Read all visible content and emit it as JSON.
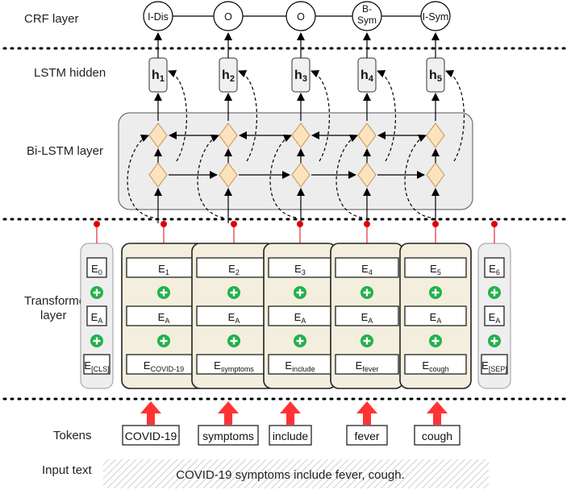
{
  "layers": {
    "crf": "CRF layer",
    "lstm_hidden": "LSTM hidden",
    "bilstm": "Bi-LSTM layer",
    "transformer_line1": "Transformer",
    "transformer_line2": "layer",
    "tokens": "Tokens",
    "input_text": "Input text"
  },
  "crf_tags": [
    "I-Dis",
    "O",
    "O",
    "B-Sym",
    "I-Sym"
  ],
  "hidden_units": [
    {
      "base": "h",
      "sub": "1"
    },
    {
      "base": "h",
      "sub": "2"
    },
    {
      "base": "h",
      "sub": "3"
    },
    {
      "base": "h",
      "sub": "4"
    },
    {
      "base": "h",
      "sub": "5"
    }
  ],
  "embedding_columns": [
    {
      "pos": {
        "base": "E",
        "sub": "0"
      },
      "seg": {
        "base": "E",
        "sub": "A"
      },
      "tok": {
        "base": "E",
        "sub": "[CLS]"
      }
    },
    {
      "pos": {
        "base": "E",
        "sub": "1"
      },
      "seg": {
        "base": "E",
        "sub": "A"
      },
      "tok": {
        "base": "E",
        "sub": "COVID-19"
      }
    },
    {
      "pos": {
        "base": "E",
        "sub": "2"
      },
      "seg": {
        "base": "E",
        "sub": "A"
      },
      "tok": {
        "base": "E",
        "sub": "symptoms"
      }
    },
    {
      "pos": {
        "base": "E",
        "sub": "3"
      },
      "seg": {
        "base": "E",
        "sub": "A"
      },
      "tok": {
        "base": "E",
        "sub": "include"
      }
    },
    {
      "pos": {
        "base": "E",
        "sub": "4"
      },
      "seg": {
        "base": "E",
        "sub": "A"
      },
      "tok": {
        "base": "E",
        "sub": "fever"
      }
    },
    {
      "pos": {
        "base": "E",
        "sub": "5"
      },
      "seg": {
        "base": "E",
        "sub": "A"
      },
      "tok": {
        "base": "E",
        "sub": "cough"
      }
    },
    {
      "pos": {
        "base": "E",
        "sub": "6"
      },
      "seg": {
        "base": "E",
        "sub": "A"
      },
      "tok": {
        "base": "E",
        "sub": "[SEP]"
      }
    }
  ],
  "tokens": [
    "COVID-19",
    "symptoms",
    "include",
    "fever",
    "cough"
  ],
  "input_sentence": "COVID-19 symptoms include fever, cough.",
  "colors": {
    "diamond_fill": "#fde3bd",
    "diamond_stroke": "#c9a36b",
    "embedding_box_fill": "#f3eedd",
    "side_box_fill": "#eeeeee",
    "bilstm_fill": "#ededed",
    "plus_green": "#22b14c",
    "arrow_red": "#ff3333",
    "dot_red": "#e00000",
    "hatch": "#cccccc"
  }
}
